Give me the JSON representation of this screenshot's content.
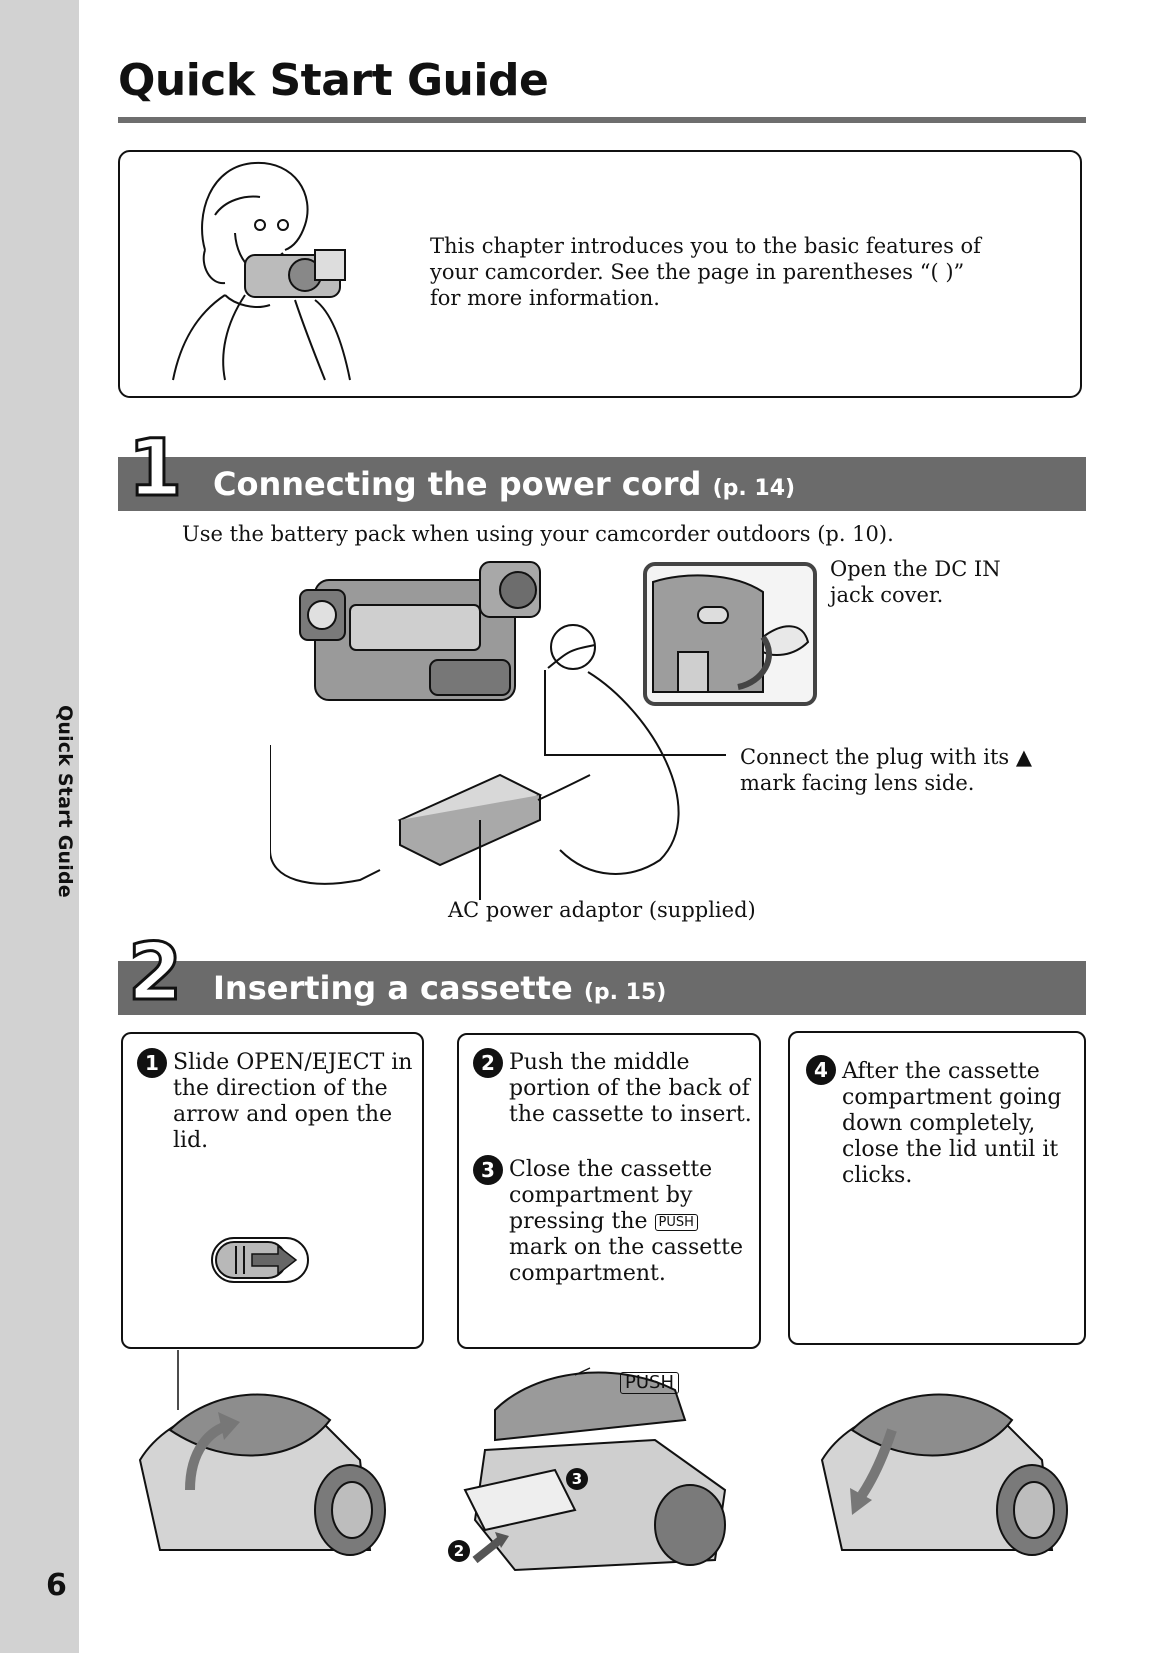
{
  "page": {
    "title": "Quick Start Guide",
    "side_label": "Quick Start Guide",
    "page_number": "6"
  },
  "intro": {
    "text": "This chapter introduces you to the basic features of your camcorder. See the page in parentheses “(     )” for more information."
  },
  "section1": {
    "number": "1",
    "title": "Connecting the power cord",
    "page_ref": "(p. 14)",
    "note": "Use the battery pack when using your camcorder outdoors (p. 10).",
    "callout_jack": "Open the DC IN jack cover.",
    "callout_plug": "Connect the plug with its ▲ mark facing lens side.",
    "callout_adaptor": "AC power adaptor (supplied)"
  },
  "section2": {
    "number": "2",
    "title": "Inserting a cassette",
    "page_ref": "(p. 15)",
    "step1_num": "1",
    "step1": "Slide OPEN/EJECT in the direction of the arrow and open the lid.",
    "step2_num": "2",
    "step2": "Push the middle portion of the back of the cassette to insert.",
    "step3_num": "3",
    "step3_a": "Close the cassette compartment by pressing the",
    "step3_tag": "PUSH",
    "step3_b": "mark on the cassette compartment.",
    "step4_num": "4",
    "step4": "After the cassette compartment going down completely, close the lid until it clicks.",
    "push_label": "PUSH",
    "marker_2": "2",
    "marker_3": "3"
  }
}
